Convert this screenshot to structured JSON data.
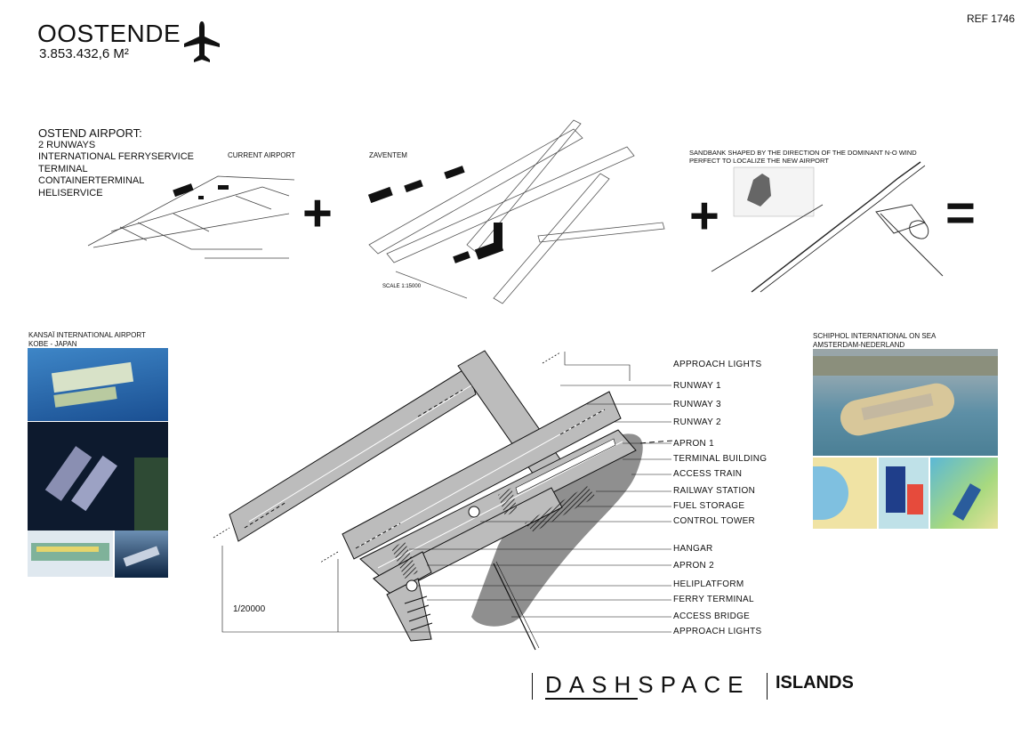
{
  "header": {
    "title": "OOSTENDE",
    "area": "3.853.432,6 M²",
    "ref": "REF 1746"
  },
  "intro": {
    "heading": "OSTEND AIRPORT:",
    "items": [
      "2 RUNWAYS",
      "INTERNATIONAL FERRYSERVICE",
      "TERMINAL",
      "CONTAINERTERMINAL",
      "HELISERVICE"
    ]
  },
  "plans": {
    "current": "CURRENT AIRPORT",
    "zaventem": "ZAVENTEM",
    "zaventem_scale": "SCALE 1:15000",
    "sandbank": [
      "SANDBANK SHAPED BY THE DIRECTION OF THE DOMINANT N-O WIND",
      "PERFECT TO LOCALIZE THE NEW AIRPORT"
    ]
  },
  "symbols": {
    "plus": "+",
    "equals": "="
  },
  "references": {
    "kansai": [
      "KANSAÏ INTERNATIONAL AIRPORT",
      "KOBE - JAPAN"
    ],
    "schiphol": [
      "SCHIPHOL INTERNATIONAL ON SEA",
      "AMSTERDAM-NEDERLAND"
    ]
  },
  "legend": [
    "APPROACH LIGHTS",
    "RUNWAY 1",
    "RUNWAY 3",
    "RUNWAY 2",
    "APRON 1",
    "TERMINAL BUILDING",
    "ACCESS TRAIN",
    "RAILWAY STATION",
    "FUEL STORAGE",
    "CONTROL TOWER",
    "HANGAR",
    "APRON 2",
    "HELIPLATFORM",
    "FERRY TERMINAL",
    "ACCESS BRIDGE",
    "APPROACH LIGHTS"
  ],
  "scale": "1/20000",
  "footer": {
    "brand_a": "DASH",
    "brand_b": "SPACE",
    "section": "ISLANDS"
  },
  "colors": {
    "runway": "#bcbcbc",
    "water": "#1b5fa6",
    "ink": "#111111"
  }
}
